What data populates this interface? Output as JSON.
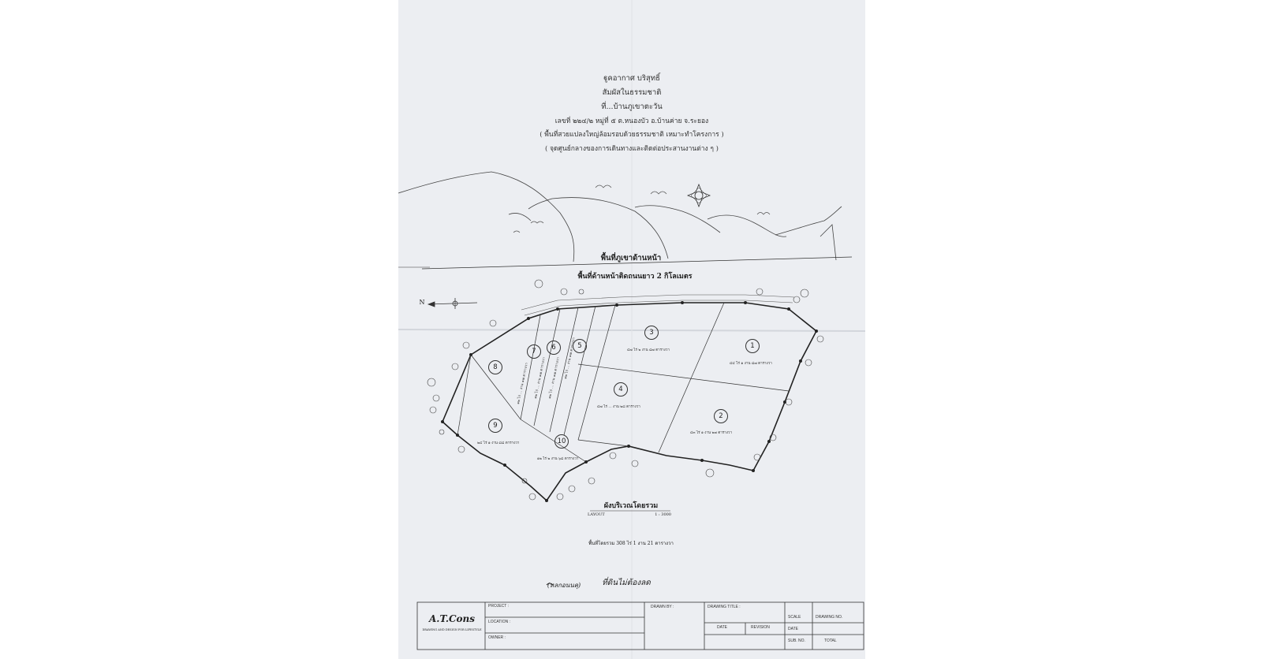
{
  "document": {
    "title_lines": [
      "ฐูคอากาศ บริสุทธิ์",
      "สัมผัสในธรรมชาติ",
      "ที่...บ้านภูเขาตะวัน",
      "เลขที่ ๒๒๔/๒ หมู่ที่ ๕ ต.หนองบัว อ.บ้านค่าย จ.ระยอง",
      "( พื้นที่สวยแปลงใหญ่ล้อมรอบด้วยธรรมชาติ เหมาะทำโครงการ )",
      "( จุดศูนย์กลางของการเดินทางและติดต่อประสานงานต่าง ๆ )"
    ],
    "mountain_label": "พื้นที่ภูเขาด้านหน้า",
    "road_label": "พื้นที่ด้านหน้าติดถนนยาว 2 กิโลเมตร",
    "north_label": "N",
    "plots": [
      {
        "num": "1",
        "area": "๔๔ ไร่ ๑ งาน ๘๗ ตารางวา"
      },
      {
        "num": "2",
        "area": "๔๓ ไร่ ๑ งาน ๒๗ ตารางวา"
      },
      {
        "num": "3",
        "area": "๔๗ ไร่ ๒ งาน ๘๗ ตารางวา"
      },
      {
        "num": "4",
        "area": "๔๗ ไร่ ... งาน ๒๘ ตารางวา"
      },
      {
        "num": "5",
        "area": "๑๒ ไร่ ... งาน ๑๗ ตารางวา"
      },
      {
        "num": "6",
        "area": "๑๒ ไร่ ... งาน ๑๗ ตารางวา"
      },
      {
        "num": "7",
        "area": "๑๒ ไร่ ... งาน ๑๗ ตารางวา"
      },
      {
        "num": "8",
        "area": "๑๒ ไร่ ... งาน ๑๗ ตารางวา"
      },
      {
        "num": "9",
        "area": "๒๔ ไร่ ๑ งาน ๘๘ ตารางวา"
      },
      {
        "num": "10",
        "area": "๑๒ ไร่ ๒ งาน ๖๘ ตารางวา"
      }
    ],
    "layout_title": "ผังบริเวณโดยรวม",
    "layout_label": "LAYOUT",
    "layout_scale": "1 : 3000",
    "total_area": "พื้นที่โดยรวม 308 ไร่ 1 งาน 21 ตารางวา",
    "handwritten_note_left": "(หลกอนนคุ)",
    "handwritten_note_right": "ที่ดินไม่ต้องลด",
    "title_block": {
      "logo": "A.T.Cons",
      "logo_sub": "DRAWING AND DESIGN FOR LIFESTYLE",
      "project": "PROJECT :",
      "location": "LOCATION :",
      "owner": "OWNER :",
      "drawn_by": "DRAWN BY :",
      "drawing_title": "DRAWING TITLE :",
      "date": "DATE",
      "revision": "REVISION",
      "scale": "SCALE",
      "drawing_no": "DRAWING NO.",
      "date2": "DATE",
      "sub_no": "SUB. NO.",
      "total": "TOTAL"
    }
  }
}
